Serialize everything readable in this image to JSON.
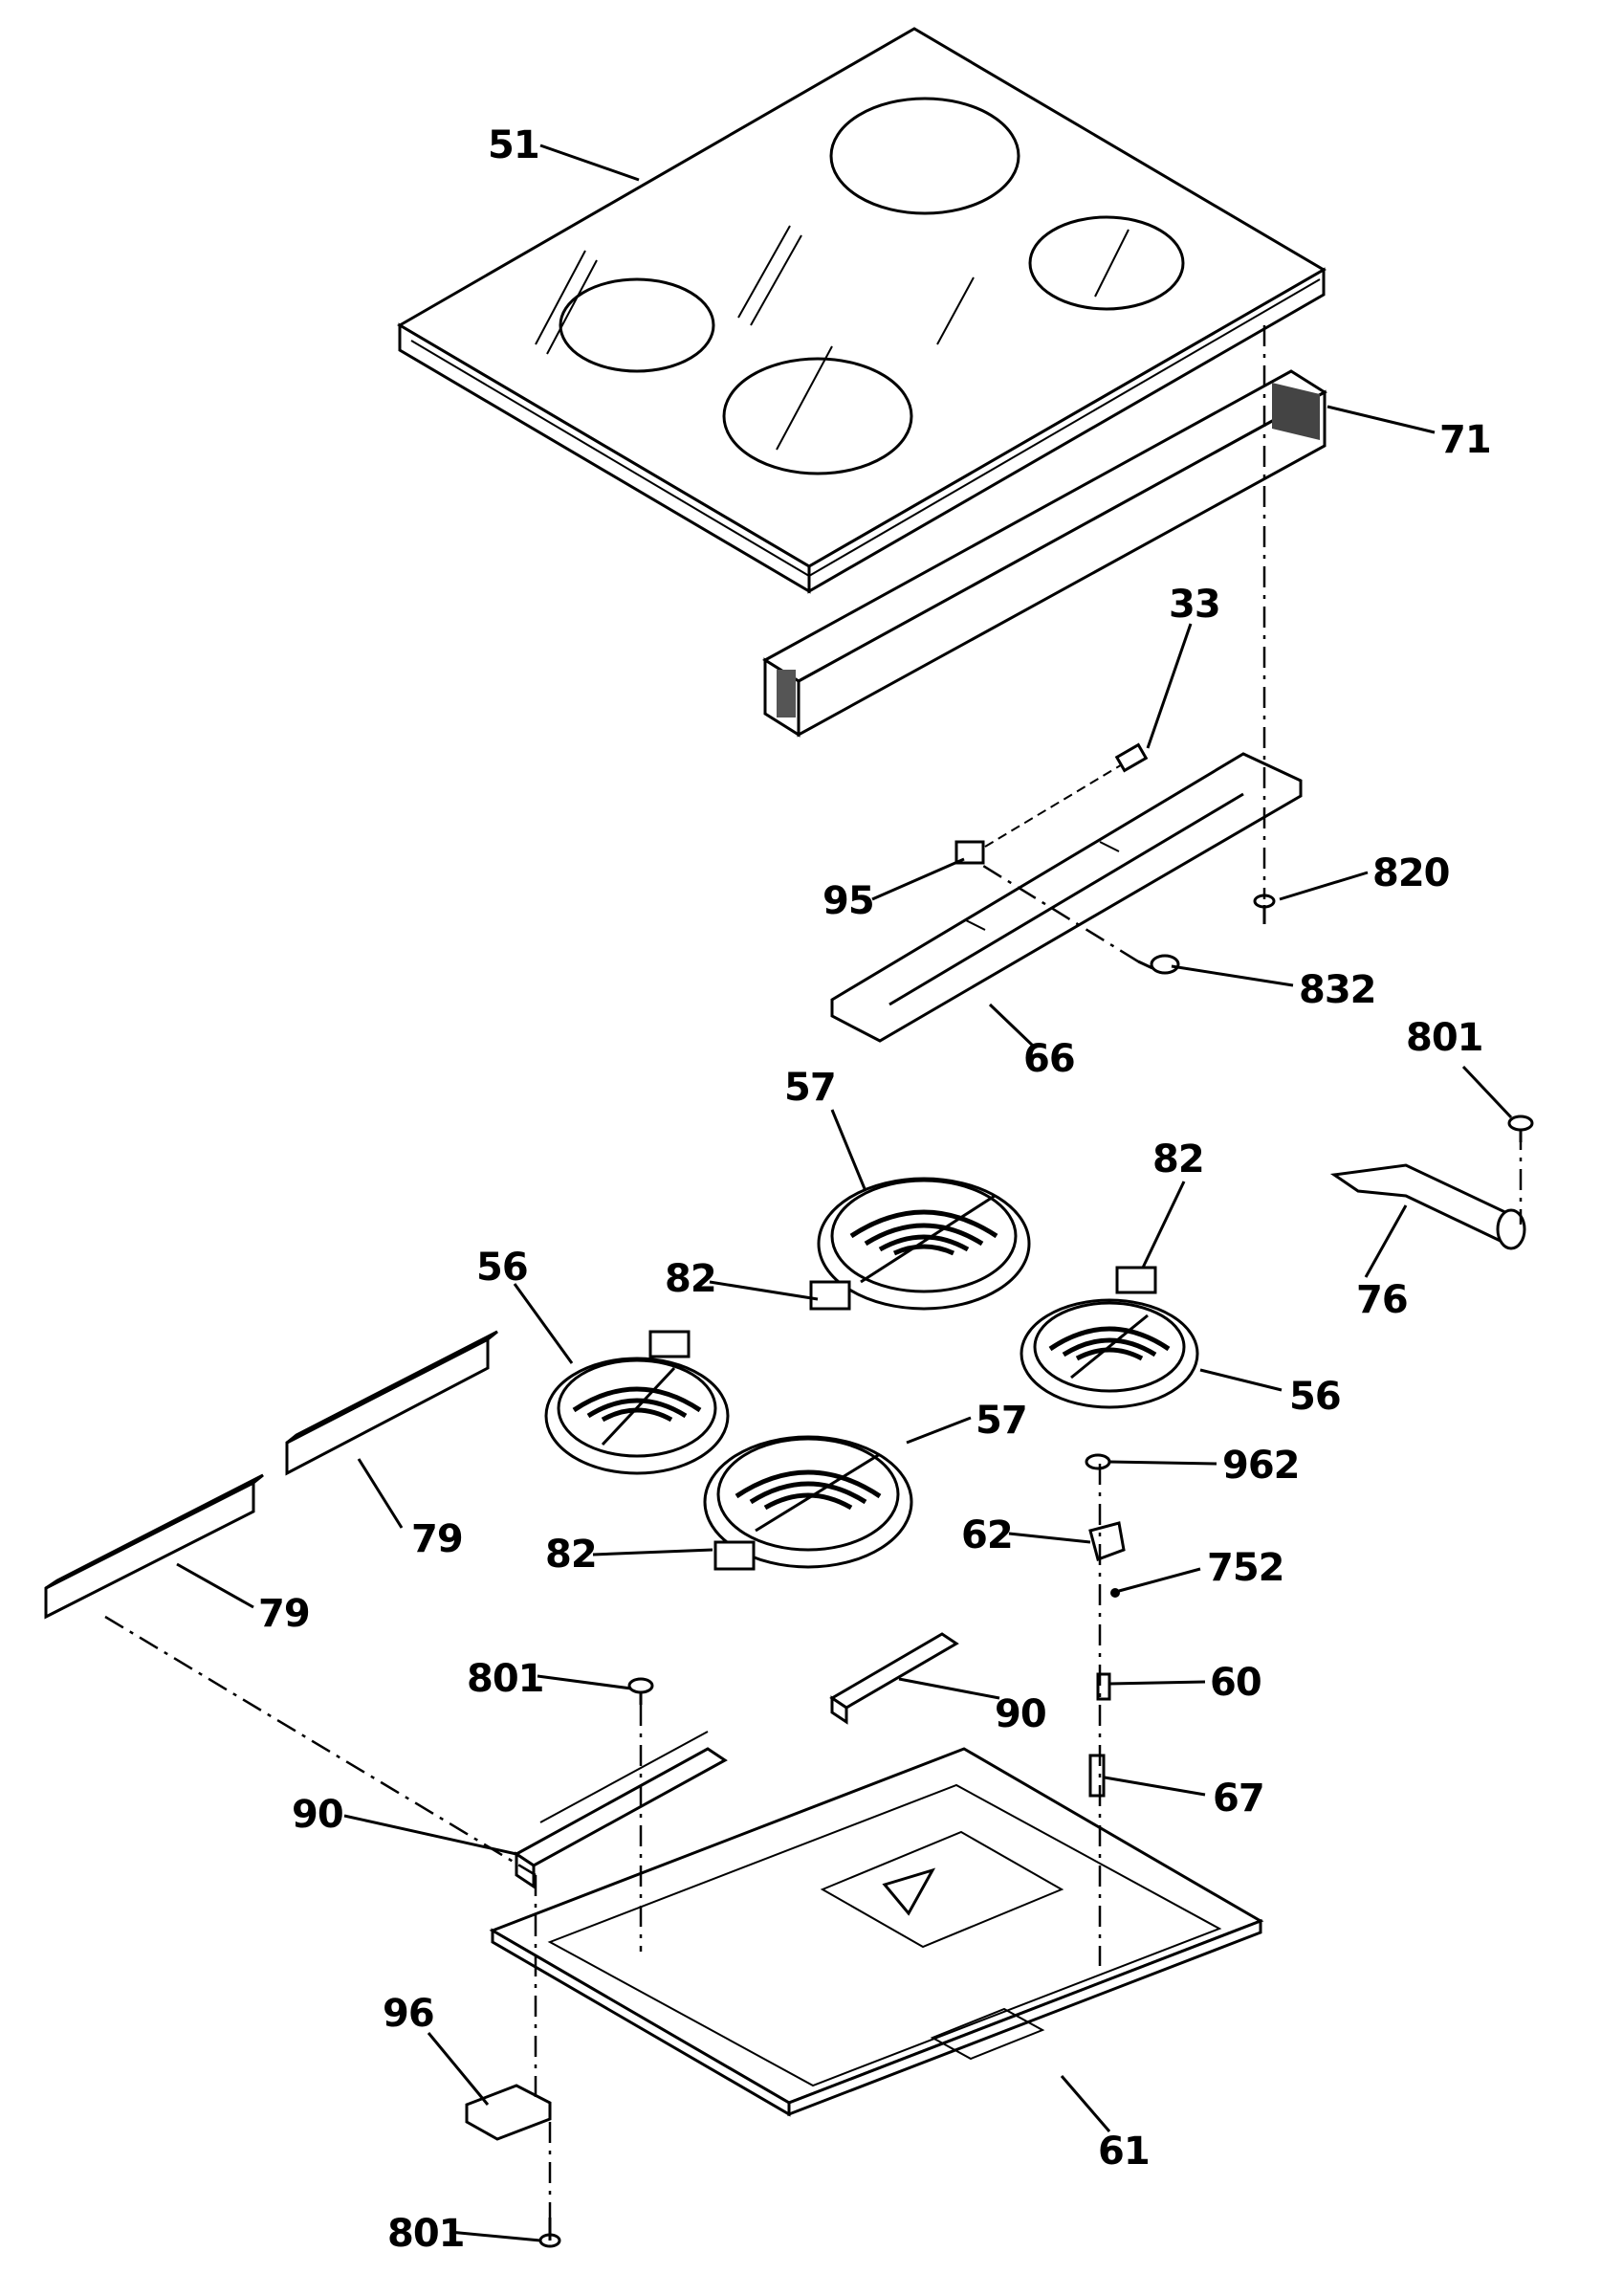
{
  "labels": {
    "p51": "51",
    "p71": "71",
    "p33": "33",
    "p95": "95",
    "p820": "820",
    "p832": "832",
    "p66": "66",
    "p801a": "801",
    "p57a": "57",
    "p82a": "82",
    "p76": "76",
    "p56a": "56",
    "p82b": "82",
    "p56b": "56",
    "p57b": "57",
    "p962": "962",
    "p79a": "79",
    "p82c": "82",
    "p62": "62",
    "p752": "752",
    "p79b": "79",
    "p801b": "801",
    "p60": "60",
    "p90a": "90",
    "p67": "67",
    "p90b": "90",
    "p96": "96",
    "p61": "61",
    "p801c": "801"
  },
  "colors": {
    "ink": "#000000",
    "paper": "#ffffff"
  }
}
